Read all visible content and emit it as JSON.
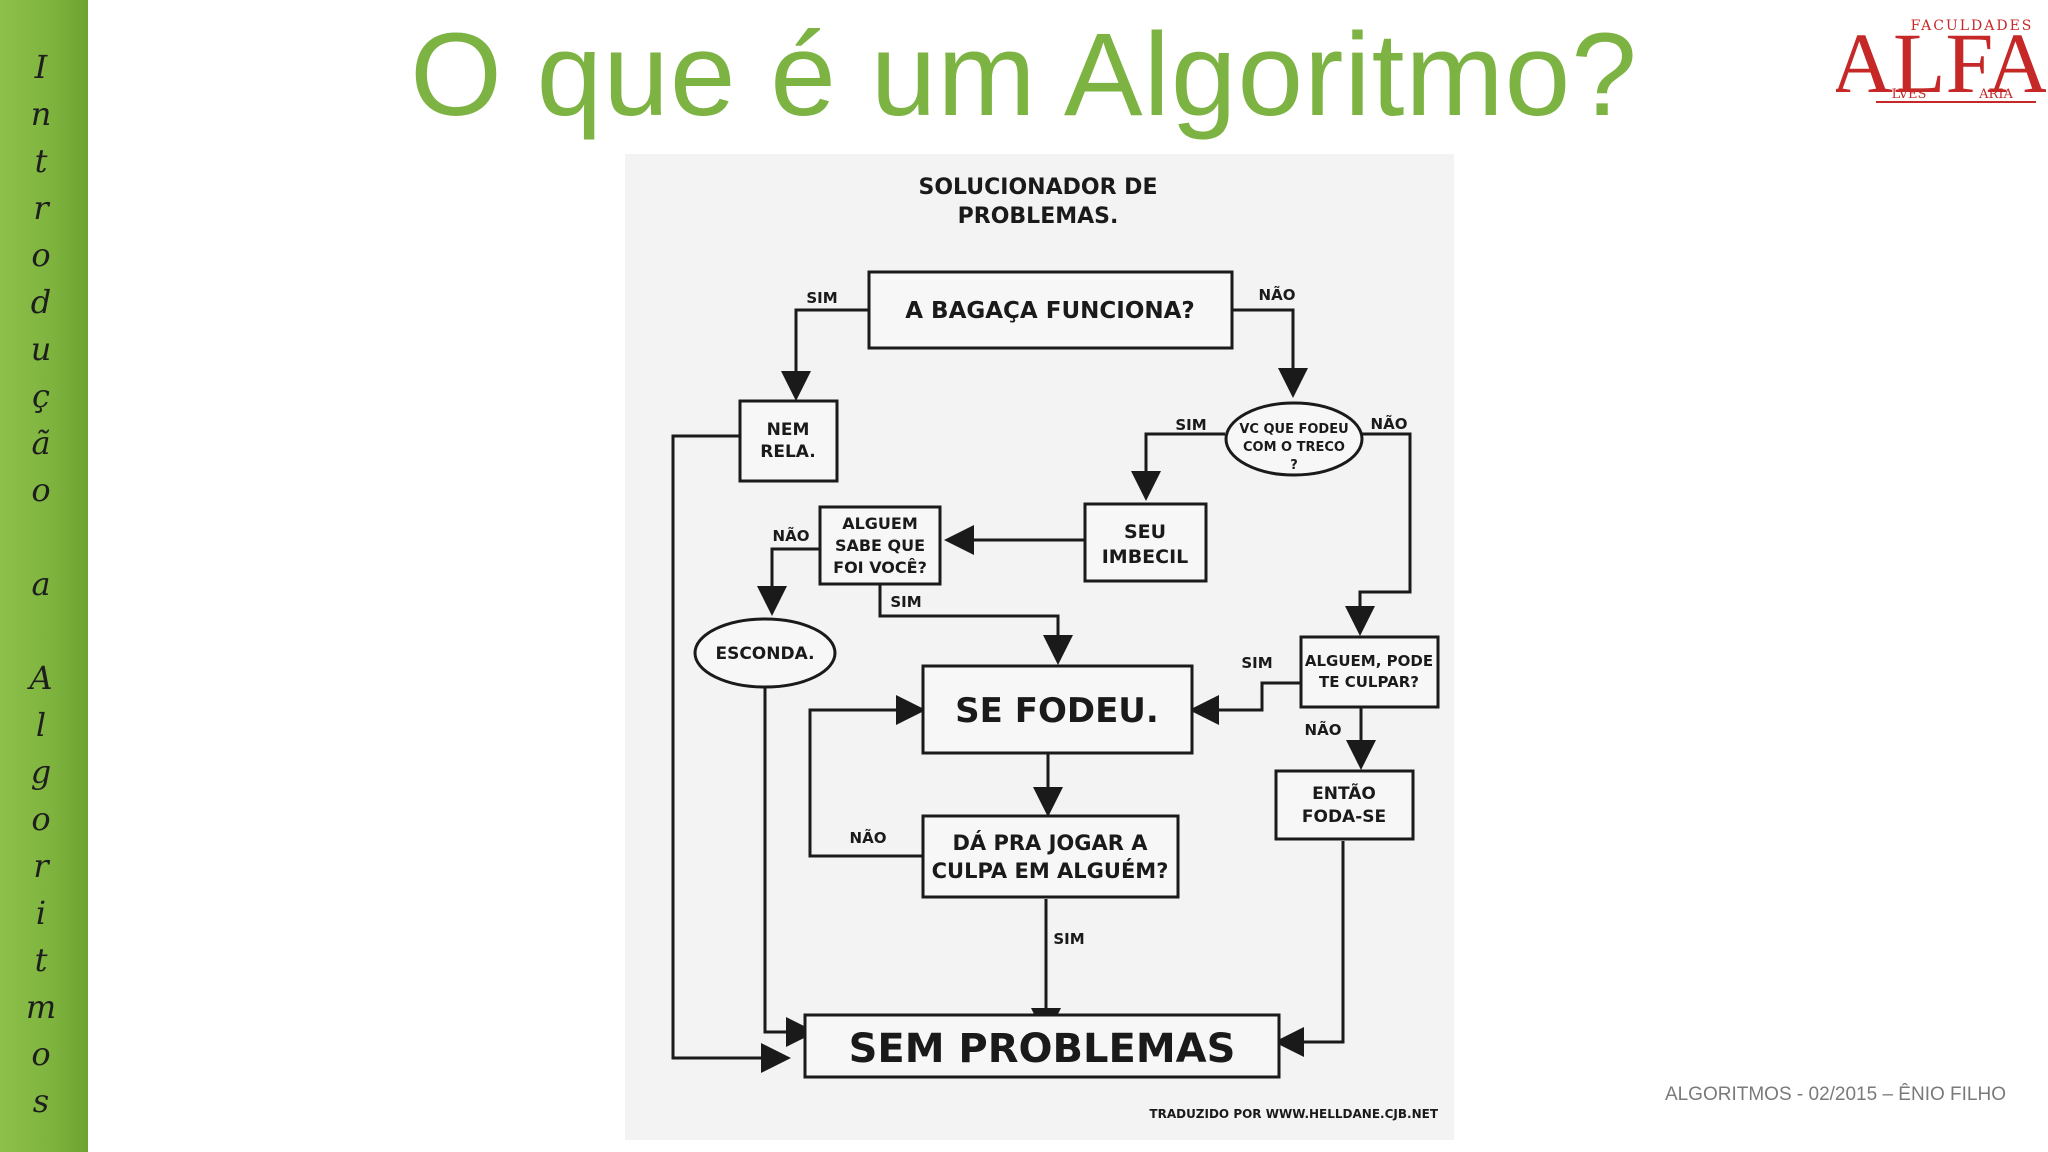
{
  "sidebar": {
    "letters": [
      "I",
      "n",
      "t",
      "r",
      "o",
      "d",
      "u",
      "ç",
      "ã",
      "o",
      " ",
      "a",
      " ",
      "A",
      "l",
      "g",
      "o",
      "r",
      "i",
      "t",
      "m",
      "o",
      "s"
    ]
  },
  "title": "O que é um Algoritmo?",
  "logo": {
    "top": "FACULDADES",
    "main": "ALFA",
    "left_sub": "LVES",
    "right_sub": "ARIA",
    "color": "#c62828"
  },
  "comic": {
    "heading_line1": "SOLUCIONADOR DE",
    "heading_line2": "PROBLEMAS.",
    "q_works": "A BAGAÇA FUNCIONA?",
    "yes1": "SIM",
    "no1": "NÃO",
    "nem_rela_1": "NEM",
    "nem_rela_2": "RELA.",
    "vc_fodeu_1": "VC QUE FODEU",
    "vc_fodeu_2": "COM O TRECO",
    "vc_fodeu_3": "?",
    "yes2": "SIM",
    "no2": "NÃO",
    "alguem_sabe_1": "ALGUEM",
    "alguem_sabe_2": "SABE QUE",
    "alguem_sabe_3": "FOI VOCÊ?",
    "seu_imbecil_1": "SEU",
    "seu_imbecil_2": "IMBECIL",
    "no3": "NÃO",
    "yes3": "SIM",
    "esconda": "ESCONDA.",
    "yes4": "SIM",
    "alguem_culpar_1": "ALGUEM, PODE",
    "alguem_culpar_2": "TE CULPAR?",
    "se_fodeu": "SE FODEU.",
    "no4": "NÃO",
    "entao_1": "ENTÃO",
    "entao_2": "FODA-SE",
    "no5": "NÃO",
    "da_pra_1": "DÁ PRA JOGAR A",
    "da_pra_2": "CULPA EM ALGUÉM?",
    "yes5": "SIM",
    "sem_problemas": "SEM PROBLEMAS",
    "credit": "TRADUZIDO POR WWW.HELLDANE.CJB.NET"
  },
  "footer": "ALGORITMOS - 02/2015 – ÊNIO FILHO",
  "colors": {
    "sidebar": "#7eb33e",
    "title": "#7cb342",
    "logo": "#c62828"
  }
}
